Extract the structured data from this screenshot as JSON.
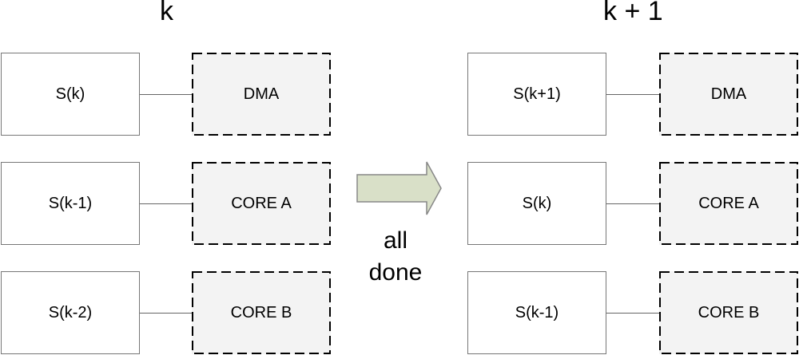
{
  "left": {
    "title": "k",
    "rows": [
      {
        "state": "S(k)",
        "unit": "DMA"
      },
      {
        "state": "S(k-1)",
        "unit": "CORE A"
      },
      {
        "state": "S(k-2)",
        "unit": "CORE B"
      }
    ]
  },
  "right": {
    "title": "k + 1",
    "rows": [
      {
        "state": "S(k+1)",
        "unit": "DMA"
      },
      {
        "state": "S(k)",
        "unit": "CORE A"
      },
      {
        "state": "S(k-1)",
        "unit": "CORE B"
      }
    ]
  },
  "transition": {
    "line1": "all",
    "line2": "done",
    "arrow_fill": "#d9e0c8",
    "arrow_stroke": "#888888"
  },
  "colors": {
    "unit_fill": "#f3f3f3",
    "state_border": "#777777",
    "dash": "#000000"
  }
}
